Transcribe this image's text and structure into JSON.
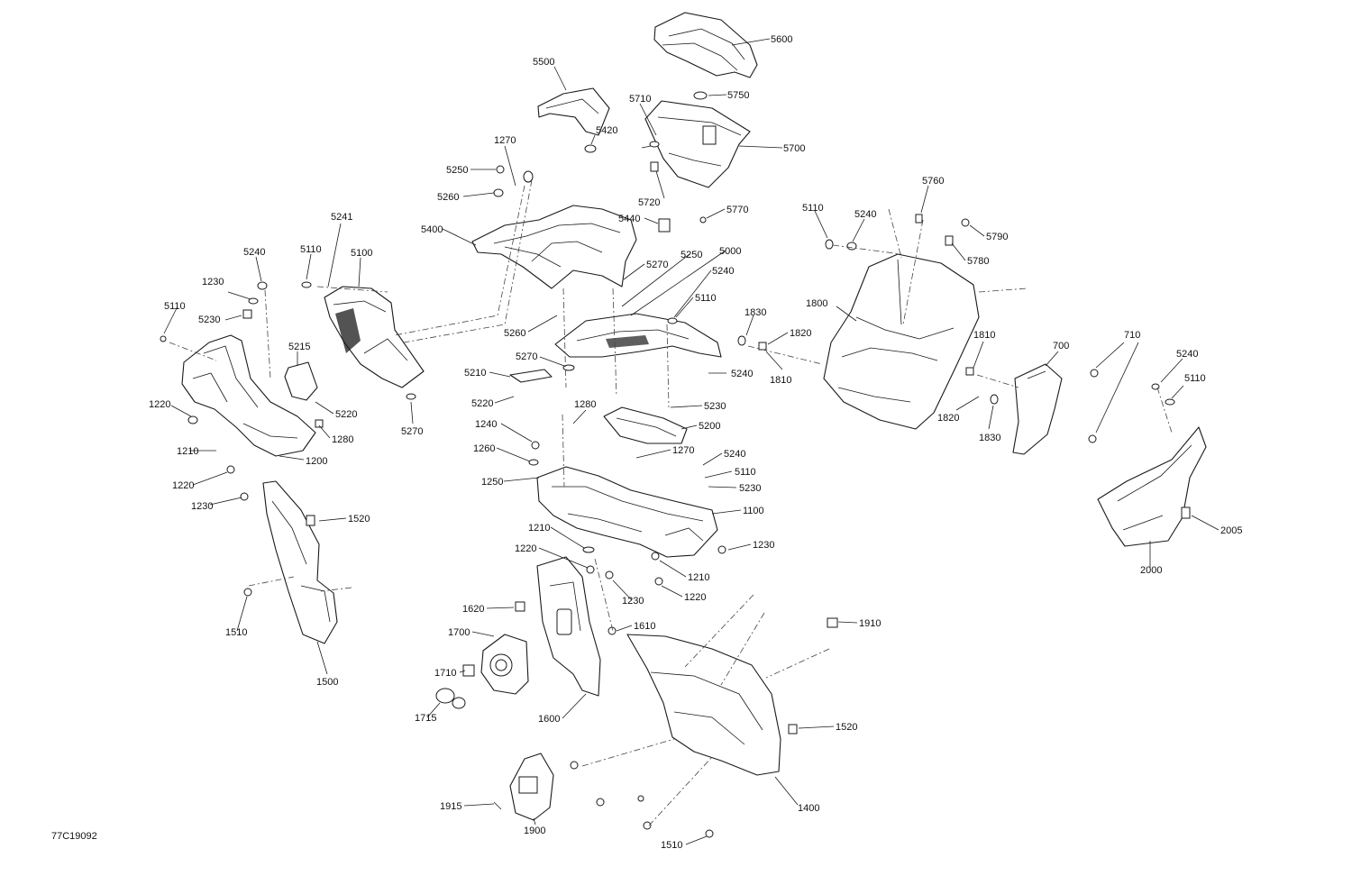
{
  "document_id": "77C19092",
  "callouts": [
    {
      "id": "5600"
    },
    {
      "id": "5500"
    },
    {
      "id": "5750"
    },
    {
      "id": "5710"
    },
    {
      "id": "5420"
    },
    {
      "id": "5700"
    },
    {
      "id": "1270"
    },
    {
      "id": "5250"
    },
    {
      "id": "5260"
    },
    {
      "id": "5720"
    },
    {
      "id": "5440"
    },
    {
      "id": "5770"
    },
    {
      "id": "5241"
    },
    {
      "id": "5400"
    },
    {
      "id": "5760"
    },
    {
      "id": "5110"
    },
    {
      "id": "5240"
    },
    {
      "id": "5790"
    },
    {
      "id": "5100"
    },
    {
      "id": "5780"
    },
    {
      "id": "5240"
    },
    {
      "id": "5110"
    },
    {
      "id": "5270"
    },
    {
      "id": "5250"
    },
    {
      "id": "5000"
    },
    {
      "id": "5240"
    },
    {
      "id": "5110"
    },
    {
      "id": "1230"
    },
    {
      "id": "5230"
    },
    {
      "id": "5110"
    },
    {
      "id": "1830"
    },
    {
      "id": "1800"
    },
    {
      "id": "5260"
    },
    {
      "id": "1820"
    },
    {
      "id": "5215"
    },
    {
      "id": "1810"
    },
    {
      "id": "710"
    },
    {
      "id": "700"
    },
    {
      "id": "5270"
    },
    {
      "id": "5240"
    },
    {
      "id": "5210"
    },
    {
      "id": "5240"
    },
    {
      "id": "1810"
    },
    {
      "id": "5110"
    },
    {
      "id": "5220"
    },
    {
      "id": "5230"
    },
    {
      "id": "1220"
    },
    {
      "id": "1280"
    },
    {
      "id": "5220"
    },
    {
      "id": "1820"
    },
    {
      "id": "1830"
    },
    {
      "id": "5270"
    },
    {
      "id": "5200"
    },
    {
      "id": "1280"
    },
    {
      "id": "1240"
    },
    {
      "id": "1210"
    },
    {
      "id": "1270"
    },
    {
      "id": "1200"
    },
    {
      "id": "5240"
    },
    {
      "id": "1260"
    },
    {
      "id": "5110"
    },
    {
      "id": "1220"
    },
    {
      "id": "1250"
    },
    {
      "id": "5230"
    },
    {
      "id": "1230"
    },
    {
      "id": "1100"
    },
    {
      "id": "1520"
    },
    {
      "id": "2005"
    },
    {
      "id": "1210"
    },
    {
      "id": "1230"
    },
    {
      "id": "1220"
    },
    {
      "id": "2000"
    },
    {
      "id": "1210"
    },
    {
      "id": "1220"
    },
    {
      "id": "1230"
    },
    {
      "id": "1620"
    },
    {
      "id": "1910"
    },
    {
      "id": "1510"
    },
    {
      "id": "1700"
    },
    {
      "id": "1610"
    },
    {
      "id": "1710"
    },
    {
      "id": "1500"
    },
    {
      "id": "1715"
    },
    {
      "id": "1600"
    },
    {
      "id": "1520"
    },
    {
      "id": "1400"
    },
    {
      "id": "1915"
    },
    {
      "id": "1900"
    },
    {
      "id": "1510"
    }
  ]
}
